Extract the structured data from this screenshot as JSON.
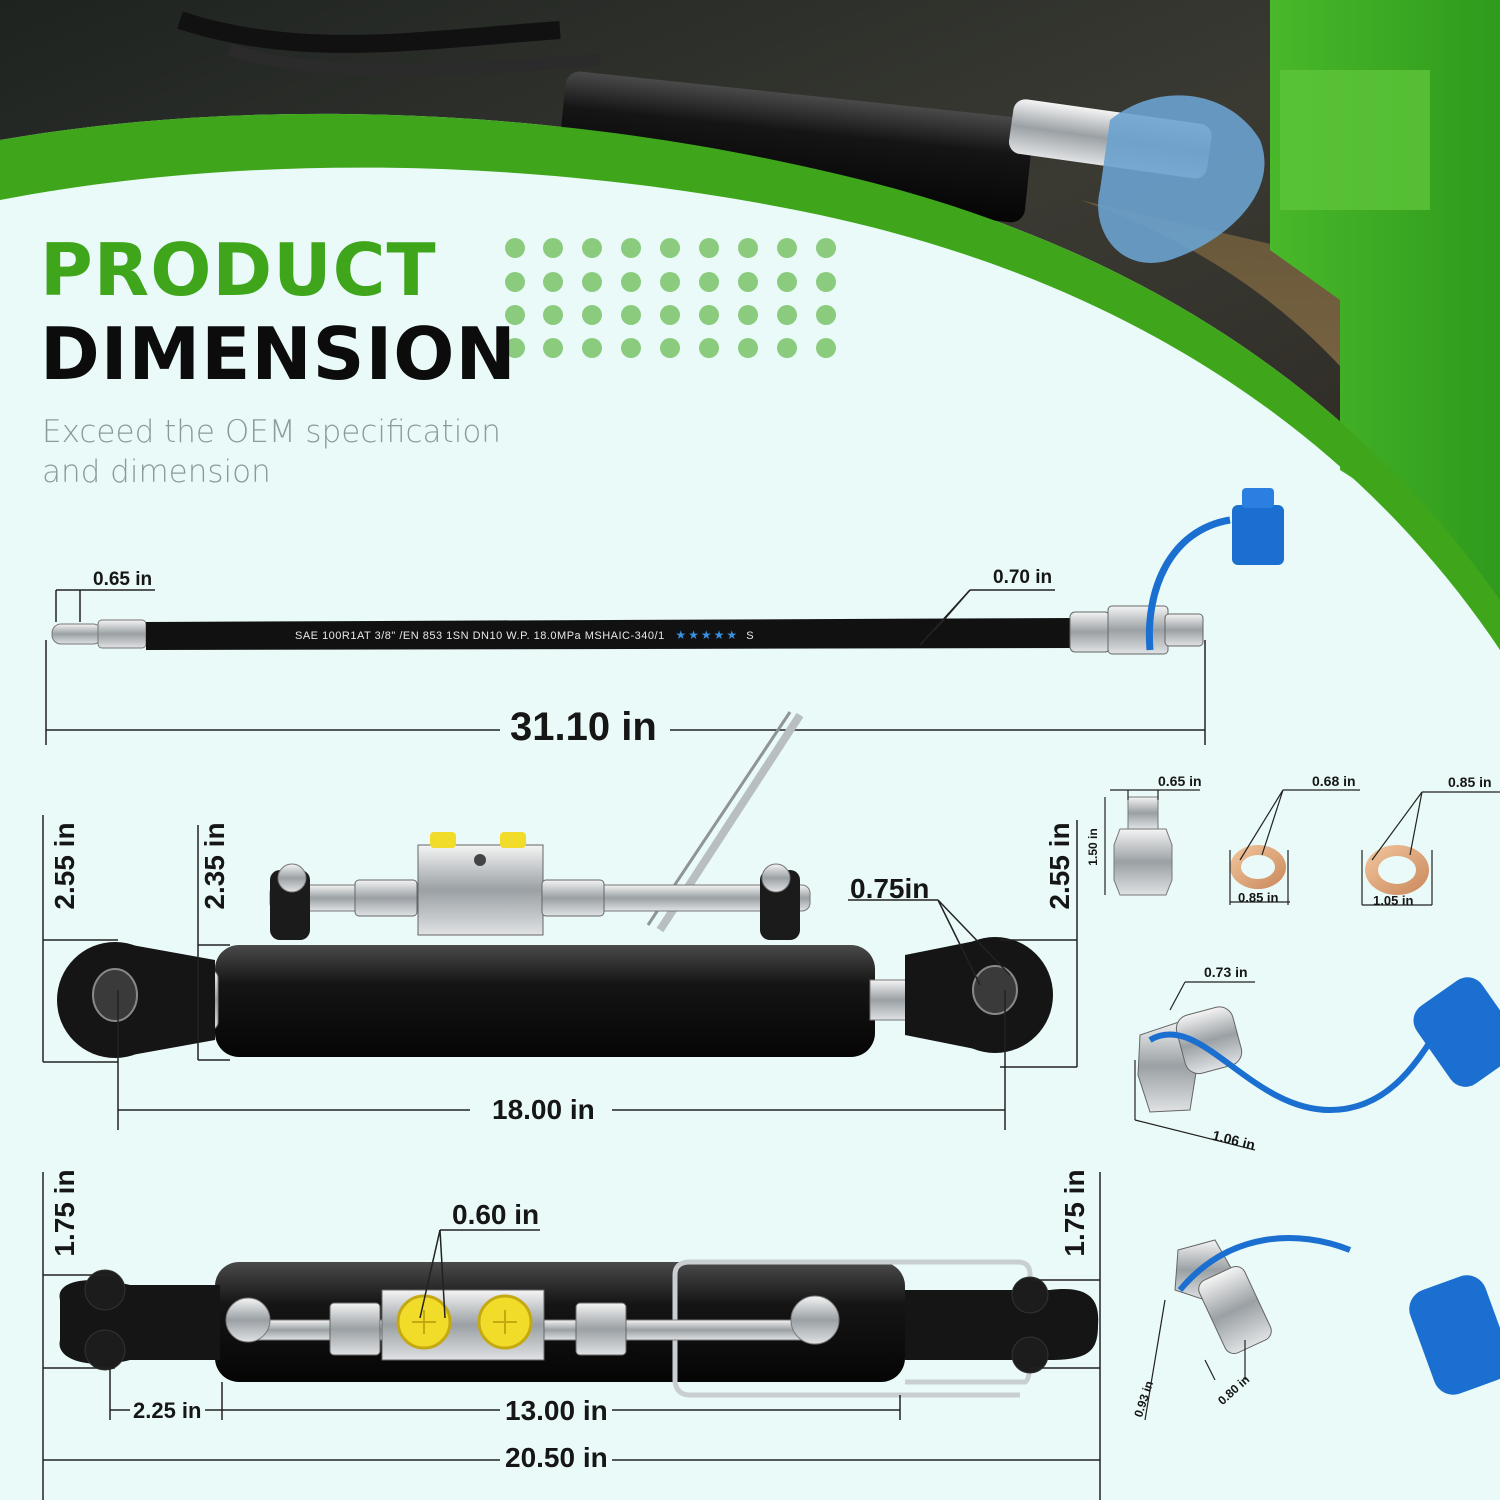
{
  "heading": {
    "line1": "PRODUCT",
    "line2": "DIMENSION",
    "subtitle": "Exceed the OEM specification and dimension"
  },
  "colors": {
    "brand_green": "#3fa61c",
    "dark_text": "#0c0c0c",
    "background": "#e9faf8",
    "dust_cap_blue": "#1a6fd0",
    "fitting_yellow": "#f2dc2a"
  },
  "hose": {
    "print_text": "SAE 100R1AT 3/8\" /EN 853 1SN DN10 W.P. 18.0MPa MSHAIC-340/1",
    "print_stars": "★★★★★",
    "print_suffix": "S",
    "end_width": "0.65 in",
    "hose_diameter": "0.70 in",
    "overall_length": "31.10 in"
  },
  "cylinder_side": {
    "left_height": "2.55 in",
    "barrel_height": "2.35 in",
    "pin_hole": "0.75in",
    "right_height": "2.55 in",
    "pin_to_pin": "18.00 in"
  },
  "cylinder_top": {
    "left_height": "1.75 in",
    "right_height": "1.75 in",
    "port": "0.60 in",
    "eye_offset": "2.25 in",
    "stroke_span": "13.00 in",
    "overall_length": "20.50 in"
  },
  "parts": {
    "adapter": {
      "top": "0.65 in",
      "length": "1.50 in"
    },
    "washer_small": {
      "outer": "0.68 in",
      "bottom": "0.85 in"
    },
    "washer_large": {
      "outer": "0.85 in",
      "bottom": "1.05 in"
    },
    "coupler_female": {
      "top": "0.73 in",
      "length": "1.06 in"
    },
    "coupler_male": {
      "left": "0.93 in",
      "bottom": "0.80 in"
    }
  }
}
